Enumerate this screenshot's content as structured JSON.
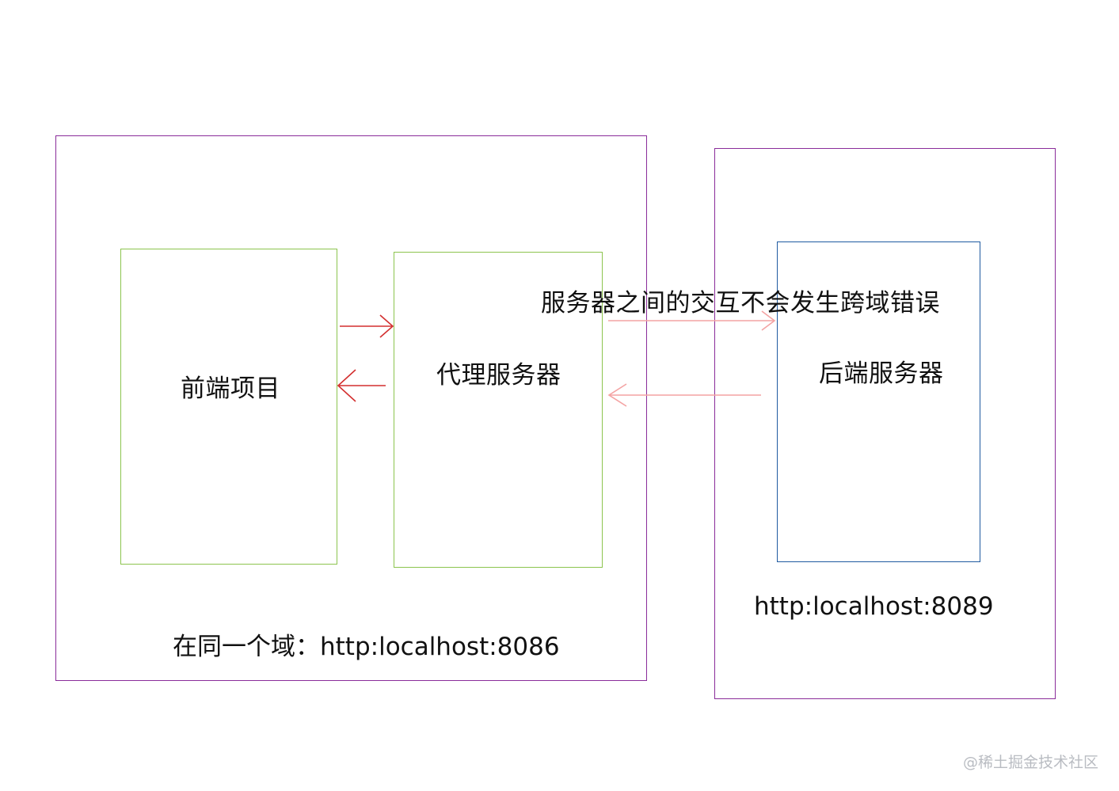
{
  "diagram": {
    "left_domain": {
      "label": "在同一个域：http:localhost:8086"
    },
    "right_domain": {
      "label": "http:localhost:8089"
    },
    "frontend": {
      "label": "前端项目"
    },
    "proxy": {
      "label": "代理服务器"
    },
    "backend": {
      "label": "后端服务器"
    },
    "note": {
      "label": "服务器之间的交互不会发生跨域错误"
    },
    "colors": {
      "domain_border": "#8a2c9a",
      "node_border": "#8cc44e",
      "backend_border": "#1f5aa0",
      "inner_arrow": "#d32f2f",
      "outer_arrow": "#f4a3a3"
    }
  },
  "watermark": {
    "text": "@稀土掘金技术社区"
  }
}
